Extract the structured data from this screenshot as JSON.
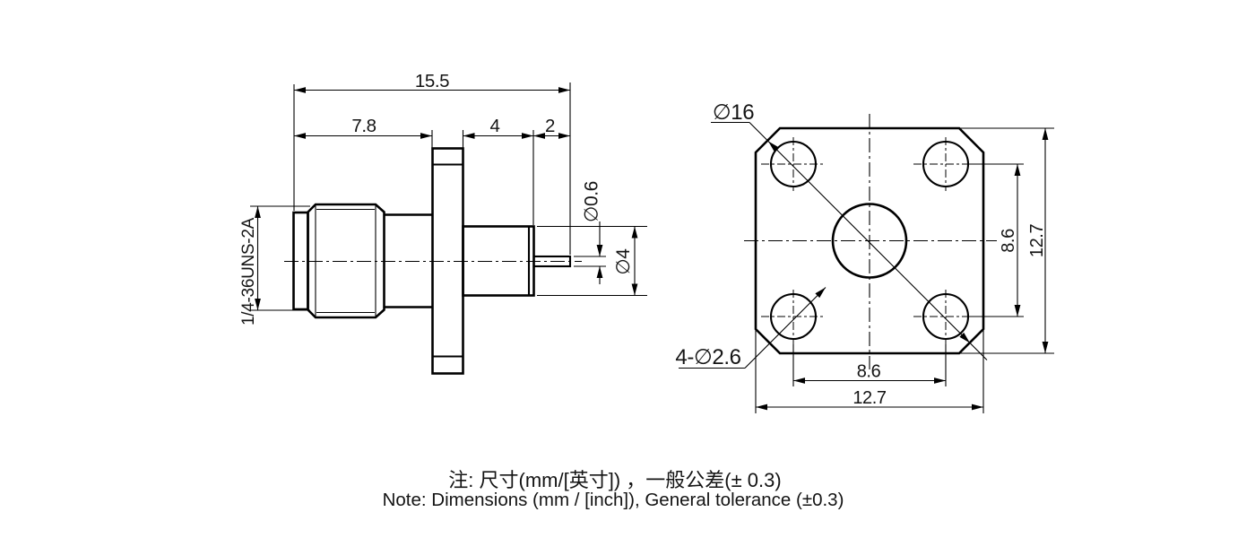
{
  "side_view": {
    "total_length": "15.5",
    "body_length": "7.8",
    "stem_length": "4",
    "pin_length": "2",
    "pin_diameter": "∅0.6",
    "stem_diameter": "∅4",
    "thread_spec": "1/4-36UNS-2A"
  },
  "front_view": {
    "corner_diameter": "∅16",
    "mounting_holes": "4-∅2.6",
    "hole_pitch_vertical": "8.6",
    "flange_height": "12.7",
    "hole_pitch_horizontal": "8.6",
    "flange_width": "12.7"
  },
  "notes": {
    "chinese": "注: 尺寸(mm/[英寸]) ，一般公差(± 0.3)",
    "english": "Note: Dimensions (mm / [inch]), General tolerance (±0.3)"
  }
}
